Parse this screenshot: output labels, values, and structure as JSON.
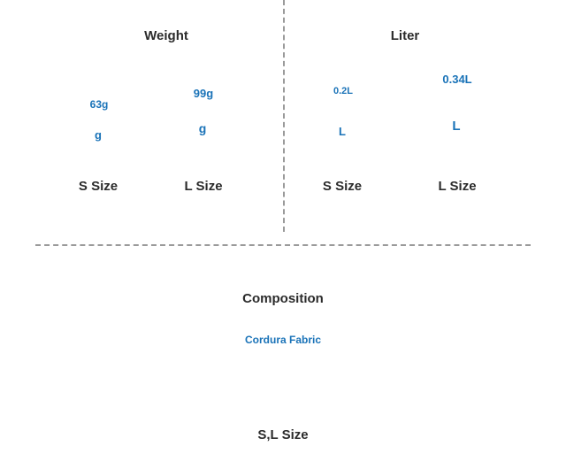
{
  "weight": {
    "title": "Weight",
    "small": {
      "value": "63g",
      "unit_glyph": "g",
      "size": "S Size"
    },
    "large": {
      "value": "99g",
      "unit_glyph": "g",
      "size": "L Size"
    }
  },
  "liter": {
    "title": "Liter",
    "small": {
      "value": "0.2L",
      "bag_glyph": "L",
      "size": "S Size"
    },
    "large": {
      "value": "0.34L",
      "bag_glyph": "L",
      "size": "L Size"
    }
  },
  "composition": {
    "title": "Composition",
    "material": "Cordura Fabric",
    "size": "S,L Size"
  },
  "colors": {
    "accent": "#1a73b8",
    "line": "#3a3a3a",
    "divider": "#9a9a9a"
  }
}
